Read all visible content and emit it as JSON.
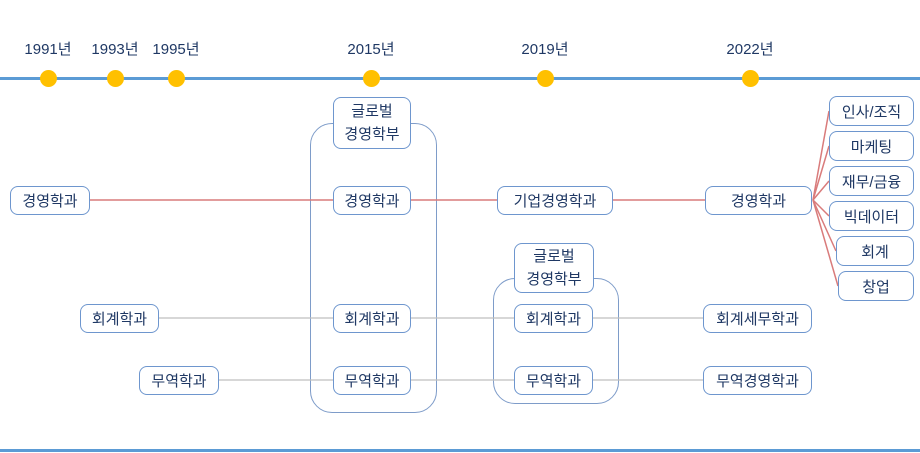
{
  "colors": {
    "timeline_blue": "#5B9BD5",
    "dot_orange": "#FFC000",
    "box_border": "#6E96CE",
    "text_navy": "#1F3864",
    "lineage_red": "#D97B7B",
    "line_gray": "#BFBFBF"
  },
  "timeline": {
    "years": [
      {
        "label": "1991년"
      },
      {
        "label": "1993년"
      },
      {
        "label": "1995년"
      },
      {
        "label": "2015년"
      },
      {
        "label": "2019년"
      },
      {
        "label": "2022년"
      }
    ]
  },
  "era_start": {
    "business": "경영학과",
    "accounting": "회계학과",
    "trade": "무역학과"
  },
  "era_2015": {
    "group_line1": "글로벌",
    "group_line2": "경영학부",
    "business": "경영학과",
    "accounting": "회계학과",
    "trade": "무역학과"
  },
  "era_2019": {
    "business": "기업경영학과",
    "group_line1": "글로벌",
    "group_line2": "경영학부",
    "accounting": "회계학과",
    "trade": "무역학과"
  },
  "era_2022": {
    "business": "경영학과",
    "accounting_tax": "회계세무학과",
    "trade_business": "무역경영학과",
    "majors": [
      {
        "label": "인사/조직"
      },
      {
        "label": "마케팅"
      },
      {
        "label": "재무/금융"
      },
      {
        "label": "빅데이터"
      },
      {
        "label": "회계"
      },
      {
        "label": "창업"
      }
    ]
  }
}
